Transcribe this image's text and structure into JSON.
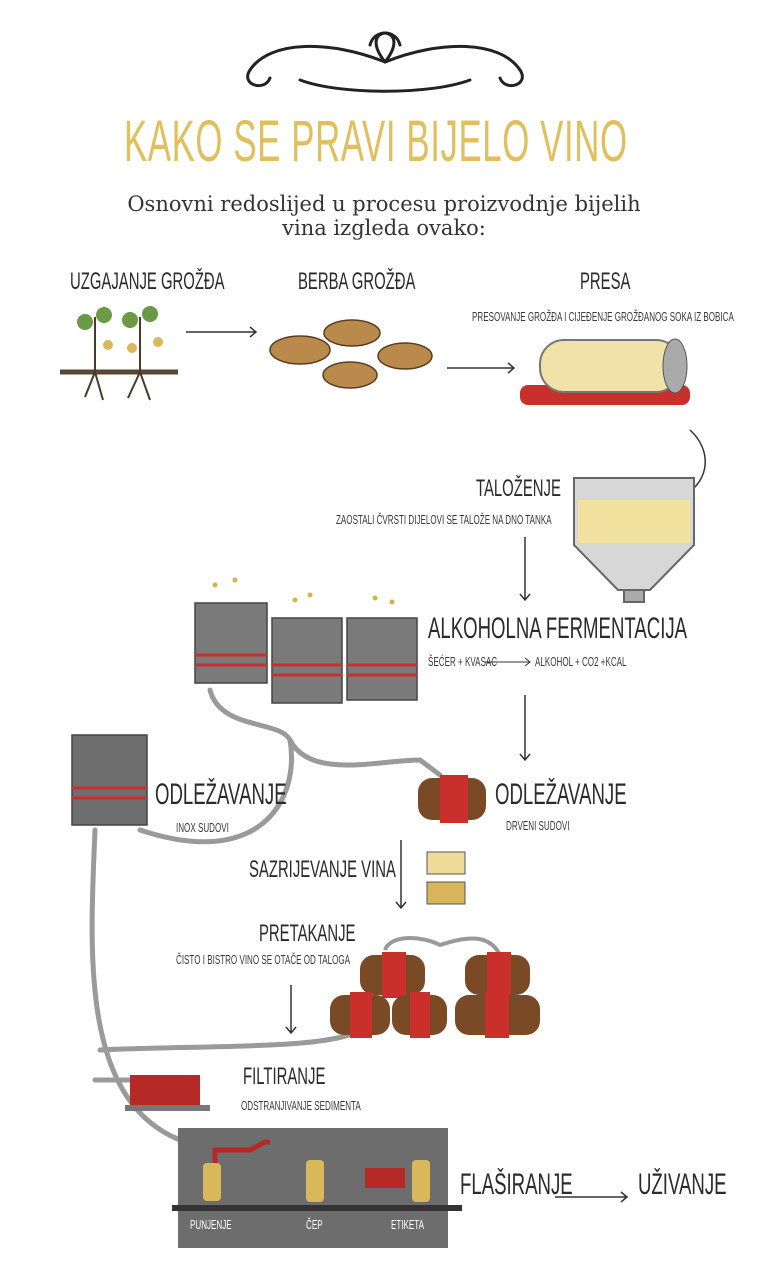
{
  "header": {
    "title": "KAKO SE PRAVI BIJELO VINO",
    "subtitle_line1": "Osnovni redoslijed u procesu proizvodnje bijelih",
    "subtitle_line2": "vina izgleda ovako:"
  },
  "colors": {
    "title": "#e1bf5c",
    "accent_red": "#c9302c",
    "steel": "#6e6e6e",
    "wine": "#e8cf7a"
  },
  "steps": {
    "uzgajanje": {
      "label": "Uzgajanje grožđa"
    },
    "berba": {
      "label": "Berba grožđa"
    },
    "presa": {
      "label": "Presa",
      "desc": "Presovanje grožđa i cijeđenje grožđanog soka iz bobica"
    },
    "talozenje": {
      "label": "Taloženje",
      "desc": "Zaostali čvrsti dijelovi se talože na dno tanka"
    },
    "fermentacija": {
      "label": "Alkoholna fermentacija",
      "eq_left": "Šećer + kvasac",
      "eq_right": "Alkohol + CO2 +kcal"
    },
    "odlezavanje_inox": {
      "label": "Odležavanje",
      "desc": "Inox sudovi"
    },
    "odlezavanje_drvo": {
      "label": "Odležavanje",
      "desc": "Drveni sudovi"
    },
    "sazrijevanje": {
      "label": "Sazrijevanje vina"
    },
    "pretakanje": {
      "label": "Pretakanje",
      "desc": "Čisto i bistro vino se otače od taloga"
    },
    "filtriranje": {
      "label": "Filtiranje",
      "desc": "Odstranjivanje sedimenta"
    },
    "flasiranje": {
      "label": "Flaširanje",
      "stations": [
        "Punjenje",
        "Čep",
        "Etiketa"
      ]
    },
    "uzivanje": {
      "label": "Uživanje"
    }
  }
}
